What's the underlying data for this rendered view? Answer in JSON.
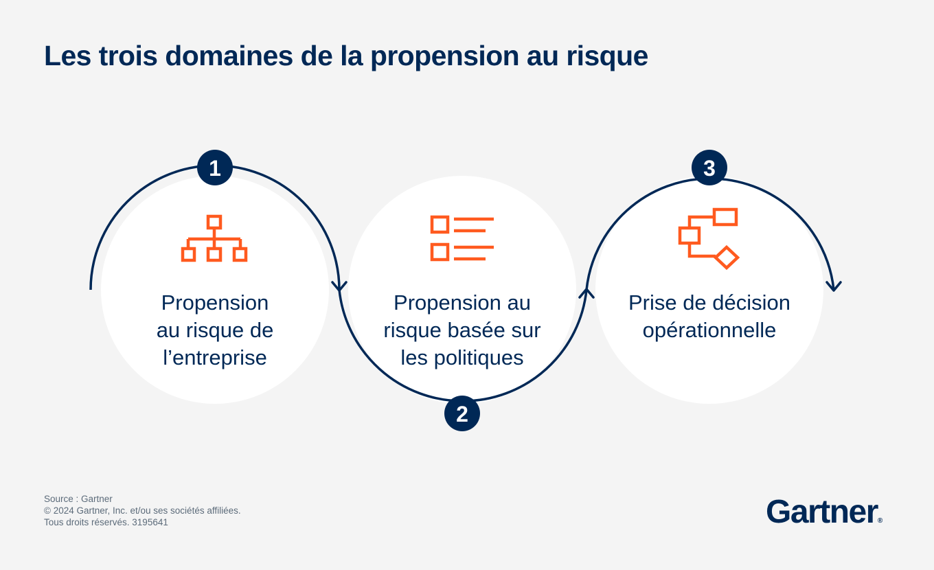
{
  "title": "Les trois domaines de la propension au risque",
  "stages": [
    {
      "number": "1",
      "label": "Propension\nau risque de\nl’entreprise",
      "icon": "org-chart-icon"
    },
    {
      "number": "2",
      "label": "Propension au\nrisque basée sur\nles politiques",
      "icon": "checklist-icon"
    },
    {
      "number": "3",
      "label": "Prise de décision\nopérationnelle",
      "icon": "flowchart-icon"
    }
  ],
  "footer": {
    "source": "Source : Gartner",
    "copyright": "© 2024 Gartner, Inc. et/ou ses sociétés affiliées.",
    "rights": "Tous droits réservés. 3195641"
  },
  "logo": {
    "text": "Gartner",
    "mark": "®"
  },
  "colors": {
    "navy": "#002856",
    "orange": "#ff5a1f",
    "background": "#f4f4f4",
    "circle": "#ffffff"
  }
}
